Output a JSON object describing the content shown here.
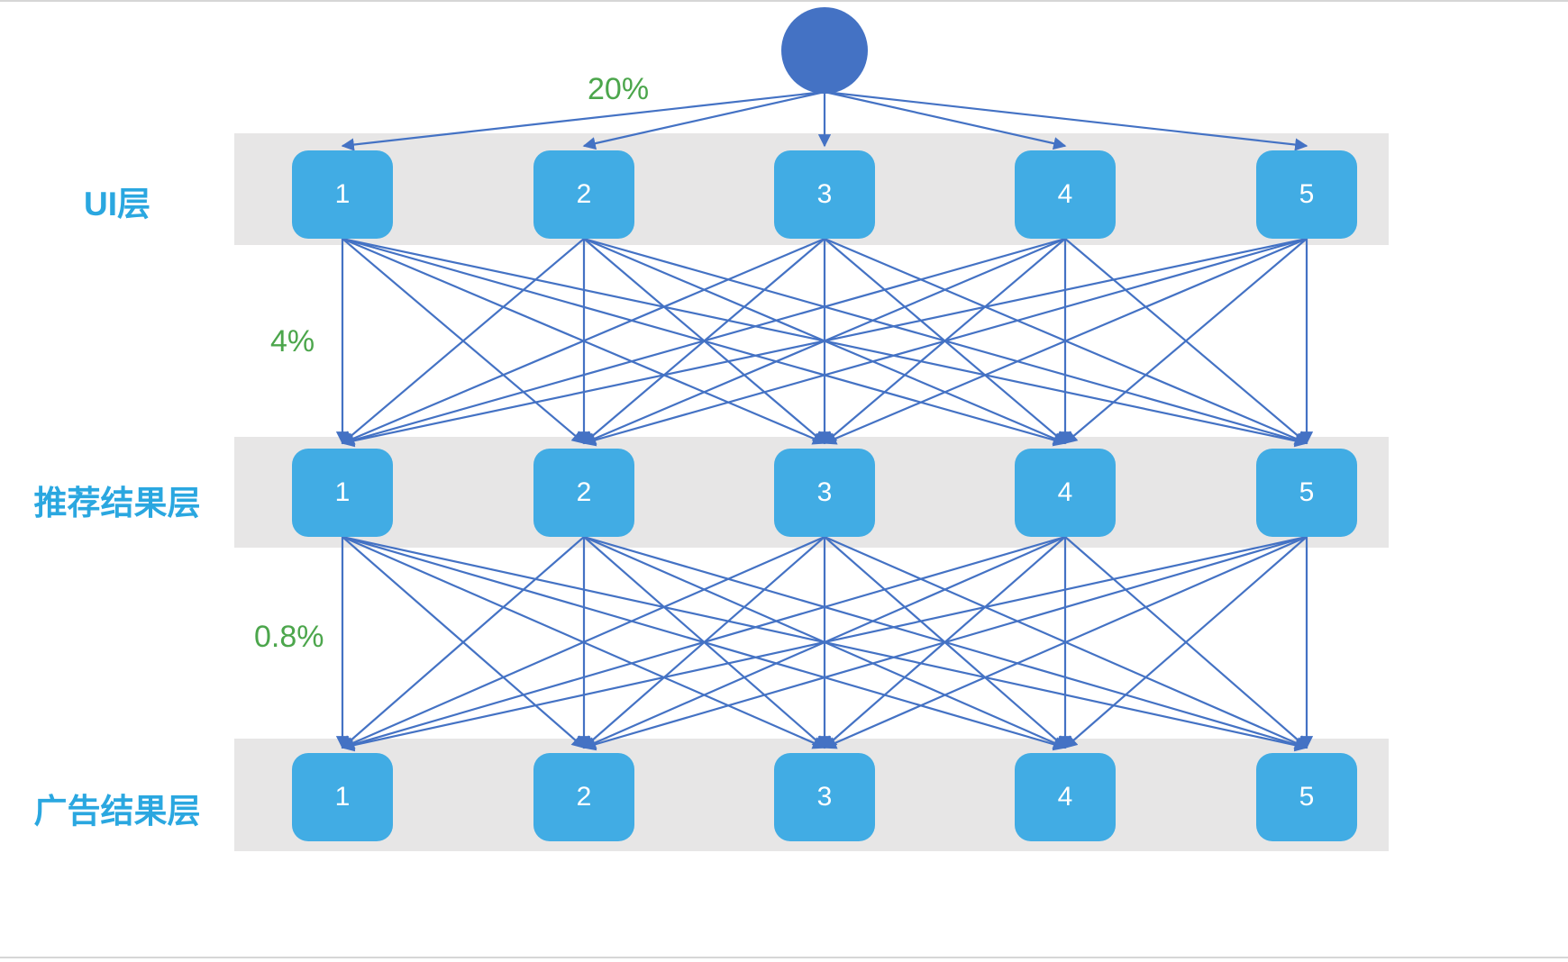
{
  "diagram": {
    "type": "layered-traffic-experiment-diagram",
    "root_node": {
      "name": "traffic-source",
      "label": ""
    },
    "layers": [
      {
        "id": "ui-layer",
        "label": "UI层",
        "percent": "20%",
        "nodes": [
          "1",
          "2",
          "3",
          "4",
          "5"
        ]
      },
      {
        "id": "recommendation-result-layer",
        "label": "推荐结果层",
        "percent": "4%",
        "nodes": [
          "1",
          "2",
          "3",
          "4",
          "5"
        ]
      },
      {
        "id": "ad-result-layer",
        "label": "广告结果层",
        "percent": "0.8%",
        "nodes": [
          "1",
          "2",
          "3",
          "4",
          "5"
        ]
      }
    ],
    "connections": {
      "root_to_ui": "root connects to all 5 UI layer nodes",
      "ui_to_recommendation": "fully connected 5x5",
      "recommendation_to_ad": "fully connected 5x5"
    },
    "colors": {
      "node_fill": "#41ace4",
      "root_fill": "#4472c4",
      "edge": "#4472c4",
      "band": "#e7e6e6",
      "layer_label": "#2aa7e0",
      "percent_label": "#4ca64c"
    }
  }
}
